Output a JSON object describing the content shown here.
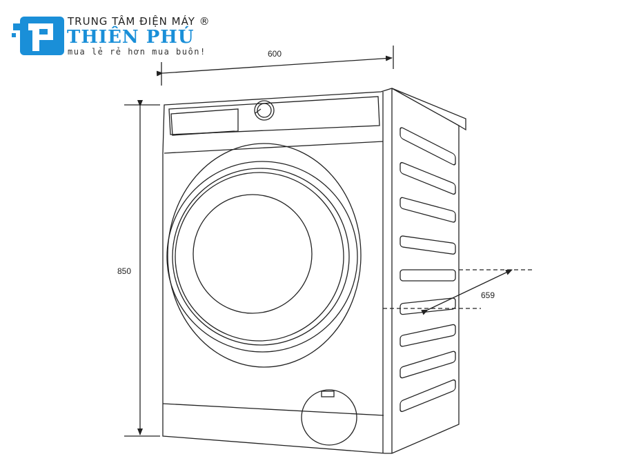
{
  "logo": {
    "top_line": "TRUNG TÂM ĐIỆN MÁY ®",
    "name": "THIÊN PHÚ",
    "slogan": "mua lẻ rẻ hơn mua buôn!",
    "brand_color": "#1a8fd8"
  },
  "dimensions": {
    "width": "600",
    "height": "850",
    "depth": "659"
  }
}
